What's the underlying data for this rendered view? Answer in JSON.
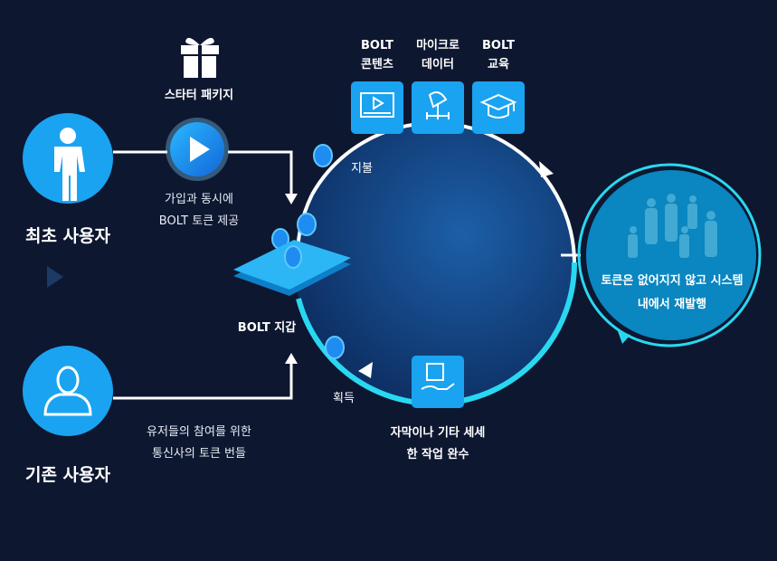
{
  "starter_package": {
    "label": "스타터 패키지",
    "icon": "gift-icon"
  },
  "new_user": {
    "label": "최초 사용자",
    "icon": "person-silhouette-icon"
  },
  "existing_user": {
    "label": "기존 사용자",
    "icon": "person-outline-icon"
  },
  "signup_note": [
    "가입과 동시에",
    "BOLT 토큰 제공"
  ],
  "bundle_note": [
    "유저들의 참여를 위한",
    "통신사의 토큰 번들"
  ],
  "wallet": {
    "label": "BOLT 지갑"
  },
  "pay_label": "지불",
  "earn_label": "획득",
  "services": [
    {
      "line1": "BOLT",
      "line2": "콘텐츠",
      "icon": "video-player-icon"
    },
    {
      "line1": "마이크로",
      "line2": "데이터",
      "icon": "satellite-dish-icon"
    },
    {
      "line1": "BOLT",
      "line2": "교육",
      "icon": "graduation-cap-icon"
    }
  ],
  "task": {
    "lines": [
      "자막이나 기타 세세",
      "한 작업 완수"
    ],
    "icon": "hand-task-icon"
  },
  "reissue": {
    "lines": [
      "토큰은 없어지지 않고 시스템",
      "내에서 재발행"
    ]
  },
  "colors": {
    "background": "#0e1730",
    "accent": "#1aa3f0",
    "cyan": "#29d8f0"
  }
}
